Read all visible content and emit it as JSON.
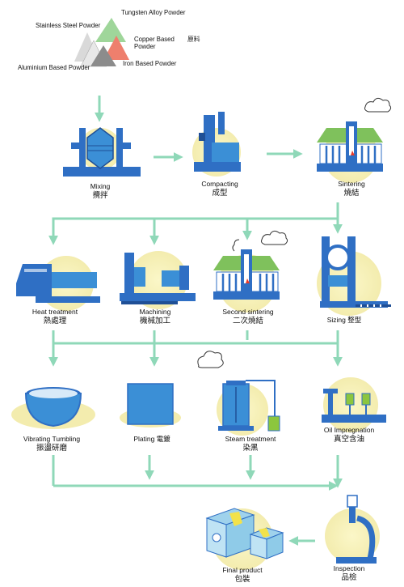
{
  "raw_materials": {
    "tungsten": "Tungsten Alloy Powder",
    "stainless": "Stainless Steel Powder",
    "copper": "Copper Based Powder",
    "raw_zh": "原料",
    "aluminium": "Aluminium Based  Powder",
    "iron": "Iron Based Powder"
  },
  "steps": {
    "mixing": {
      "en": "Mixing",
      "zh": "攪拌"
    },
    "compacting": {
      "en": "Compacting",
      "zh": "成型"
    },
    "sintering": {
      "en": "Sintering",
      "zh": "燒結"
    },
    "heat": {
      "en": "Heat treatment",
      "zh": "熱處理"
    },
    "machining": {
      "en": "Machining",
      "zh": "機械加工"
    },
    "second": {
      "en": "Second sintering",
      "zh": "二次燒結"
    },
    "sizing": {
      "en": "Sizing  整型",
      "zh": ""
    },
    "tumbling": {
      "en": "Vibrating Tumbling",
      "zh": "振盪研磨"
    },
    "plating": {
      "en": "Plating  電鍍",
      "zh": ""
    },
    "steam": {
      "en": "Steam treatment",
      "zh": "染黑"
    },
    "oil": {
      "en": "Oil Impregnation",
      "zh": "真空含油"
    },
    "final": {
      "en": "Final product",
      "zh": "包裝"
    },
    "inspection": {
      "en": "Inspection",
      "zh": "品檢"
    }
  },
  "colors": {
    "arrow": "#8fd8b8",
    "machine": "#2f6fc4",
    "glow": "#f7f2b0",
    "roof": "#7fc15c"
  }
}
